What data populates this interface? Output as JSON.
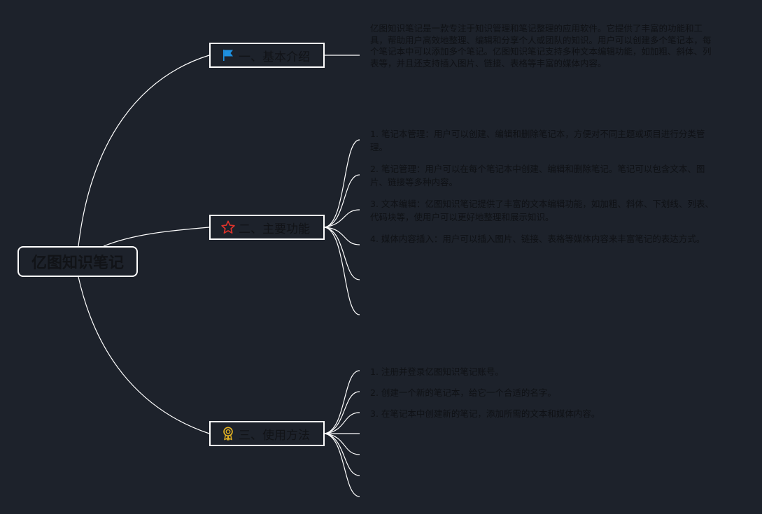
{
  "root": {
    "title": "亿图知识笔记"
  },
  "topics": [
    {
      "label": "一、基本介绍",
      "icon": "flag-icon",
      "icon_color": "#1e90e0",
      "content": "亿图知识笔记是一款专注于知识管理和笔记整理的应用软件。它提供了丰富的功能和工具，帮助用户高效地整理、编辑和分享个人或团队的知识。用户可以创建多个笔记本，每个笔记本中可以添加多个笔记。亿图知识笔记支持多种文本编辑功能，如加粗、斜体、列表等，并且还支持插入图片、链接、表格等丰富的媒体内容。"
    },
    {
      "label": "二、主要功能",
      "icon": "star-icon",
      "icon_color": "#e0332b",
      "items": [
        "1. 笔记本管理：用户可以创建、编辑和删除笔记本，方便对不同主题或项目进行分类管理。",
        "2. 笔记管理：用户可以在每个笔记本中创建、编辑和删除笔记。笔记可以包含文本、图片、链接等多种内容。",
        "3. 文本编辑：亿图知识笔记提供了丰富的文本编辑功能，如加粗、斜体、下划线、列表、代码块等，使用户可以更好地整理和展示知识。",
        "4. 媒体内容插入：用户可以插入图片、链接、表格等媒体内容来丰富笔记的表达方式。"
      ]
    },
    {
      "label": "三、使用方法",
      "icon": "award-ribbon-icon",
      "icon_color": "#e6b422",
      "items": [
        "1. 注册并登录亿图知识笔记账号。",
        "2. 创建一个新的笔记本，给它一个合适的名字。",
        "3. 在笔记本中创建新的笔记，添加所需的文本和媒体内容。"
      ]
    }
  ],
  "colors": {
    "background": "#1d222b",
    "line": "#ffffff",
    "text": "#111317"
  }
}
